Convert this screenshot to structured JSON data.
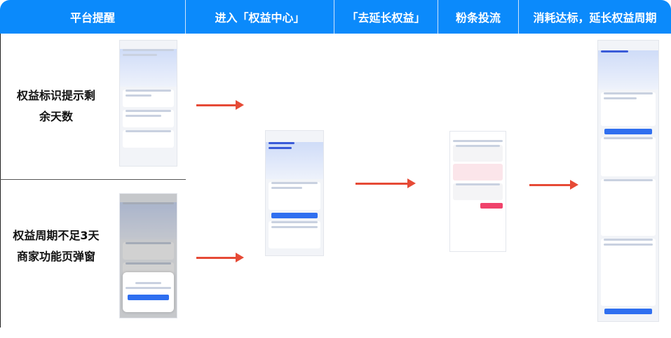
{
  "header": {
    "columns": [
      "平台提醒",
      "进入「权益中心」",
      "「去延长权益」",
      "粉条投流",
      "消耗达标，延长权益周期"
    ]
  },
  "rows": [
    {
      "label_line1": "权益标识提示剩",
      "label_line2": "余天数"
    },
    {
      "label_line1": "权益周期不足3天",
      "label_line2": "商家功能页弹窗"
    }
  ],
  "colors": {
    "header": "#0b8afb",
    "arrow": "#e64a36",
    "button": "#2f6ff0"
  }
}
